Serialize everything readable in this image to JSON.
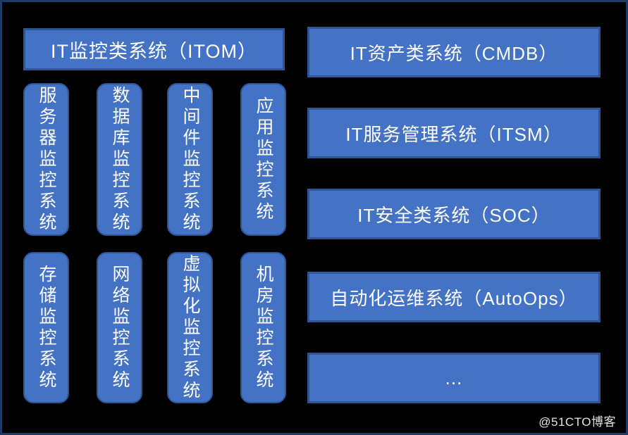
{
  "colors": {
    "background": "#000000",
    "frame_border": "#1E3A66",
    "box_fill": "#4472C4",
    "box_border": "#2F5597",
    "text": "#FFFFFF",
    "watermark_text": "#E3E3E3"
  },
  "left_panel": {
    "header": "IT监控类系统（ITOM）",
    "row1": [
      "服务器监控系统",
      "数据库监控系统",
      "中间件监控系统",
      "应用监控系统"
    ],
    "row2": [
      "存储监控系统",
      "网络监控系统",
      "虚拟化监控系统",
      "机房监控系统"
    ]
  },
  "right_panel": {
    "items": [
      "IT资产类系统（CMDB）",
      "IT服务管理系统（ITSM）",
      "IT安全类系统（SOC）",
      "自动化运维系统（AutoOps）",
      "..."
    ]
  },
  "watermark": "@51CTO博客"
}
